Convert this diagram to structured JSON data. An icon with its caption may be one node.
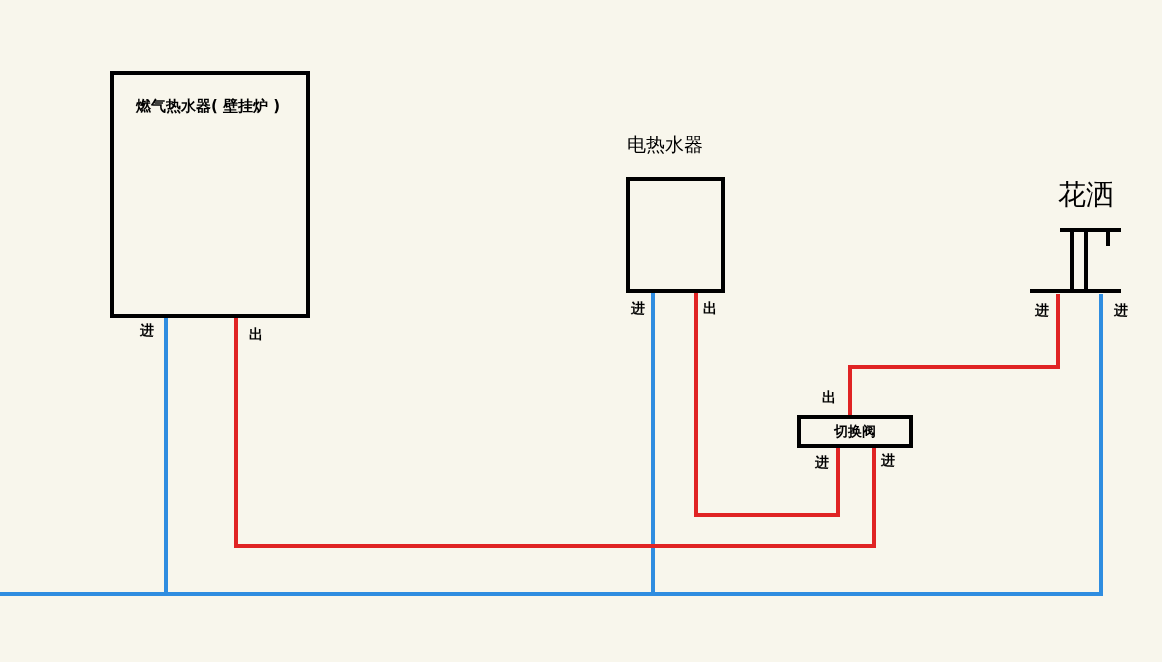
{
  "diagram": {
    "nodes": [
      {
        "text": [
          "燃气热水器( 壁挂炉 )"
        ],
        "beside": [
          "进",
          "出"
        ]
      },
      {
        "text": [
          "电热水器"
        ],
        "beside": [
          "进",
          "出"
        ]
      },
      {
        "text": [
          "切换阀"
        ],
        "beside": [
          "出",
          "进",
          "进"
        ]
      },
      {
        "text": [
          "花洒"
        ],
        "beside": [
          "进",
          "进"
        ]
      }
    ],
    "edges": [
      {
        "from": null,
        "to": 0,
        "arrow": "none",
        "color": "#2f8de0"
      },
      {
        "from": null,
        "to": 1,
        "arrow": "none",
        "color": "#2f8de0"
      },
      {
        "from": null,
        "to": 3,
        "arrow": "none",
        "color": "#2f8de0"
      },
      {
        "from": 0,
        "to": 2,
        "arrow": "none",
        "color": "#e02424"
      },
      {
        "from": 1,
        "to": 2,
        "arrow": "none",
        "color": "#e02424"
      },
      {
        "from": 2,
        "to": 3,
        "arrow": "none",
        "color": "#e02424"
      }
    ]
  }
}
